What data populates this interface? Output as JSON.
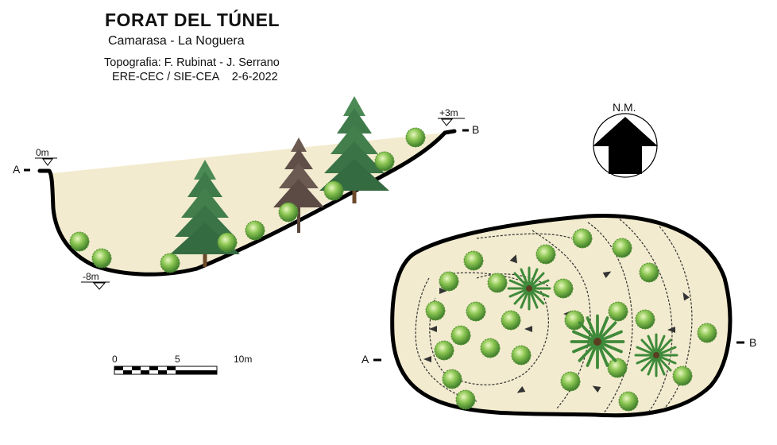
{
  "header": {
    "title": "FORAT DEL TÚNEL",
    "location": "Camarasa - La Noguera",
    "topography": "Topografia: F. Rubinat - J. Serrano",
    "group": "ERE-CEC / SIE-CEA",
    "date": "2-6-2022"
  },
  "section_profile": {
    "point_a": "A",
    "point_b": "B",
    "level_start": "0m",
    "level_bottom": "-8m",
    "level_end": "+3m"
  },
  "plan_view": {
    "point_a": "A",
    "point_b": "B"
  },
  "north_arrow": {
    "label": "N.M."
  },
  "scale_bar": {
    "ticks": [
      "0",
      "5",
      "10m"
    ]
  },
  "colors": {
    "soil_fill": "#f3ebcf",
    "outline": "#000000",
    "pine": "#3f7a4a",
    "dead_pine": "#6b5a52",
    "shrub": "#7fbf4a"
  }
}
